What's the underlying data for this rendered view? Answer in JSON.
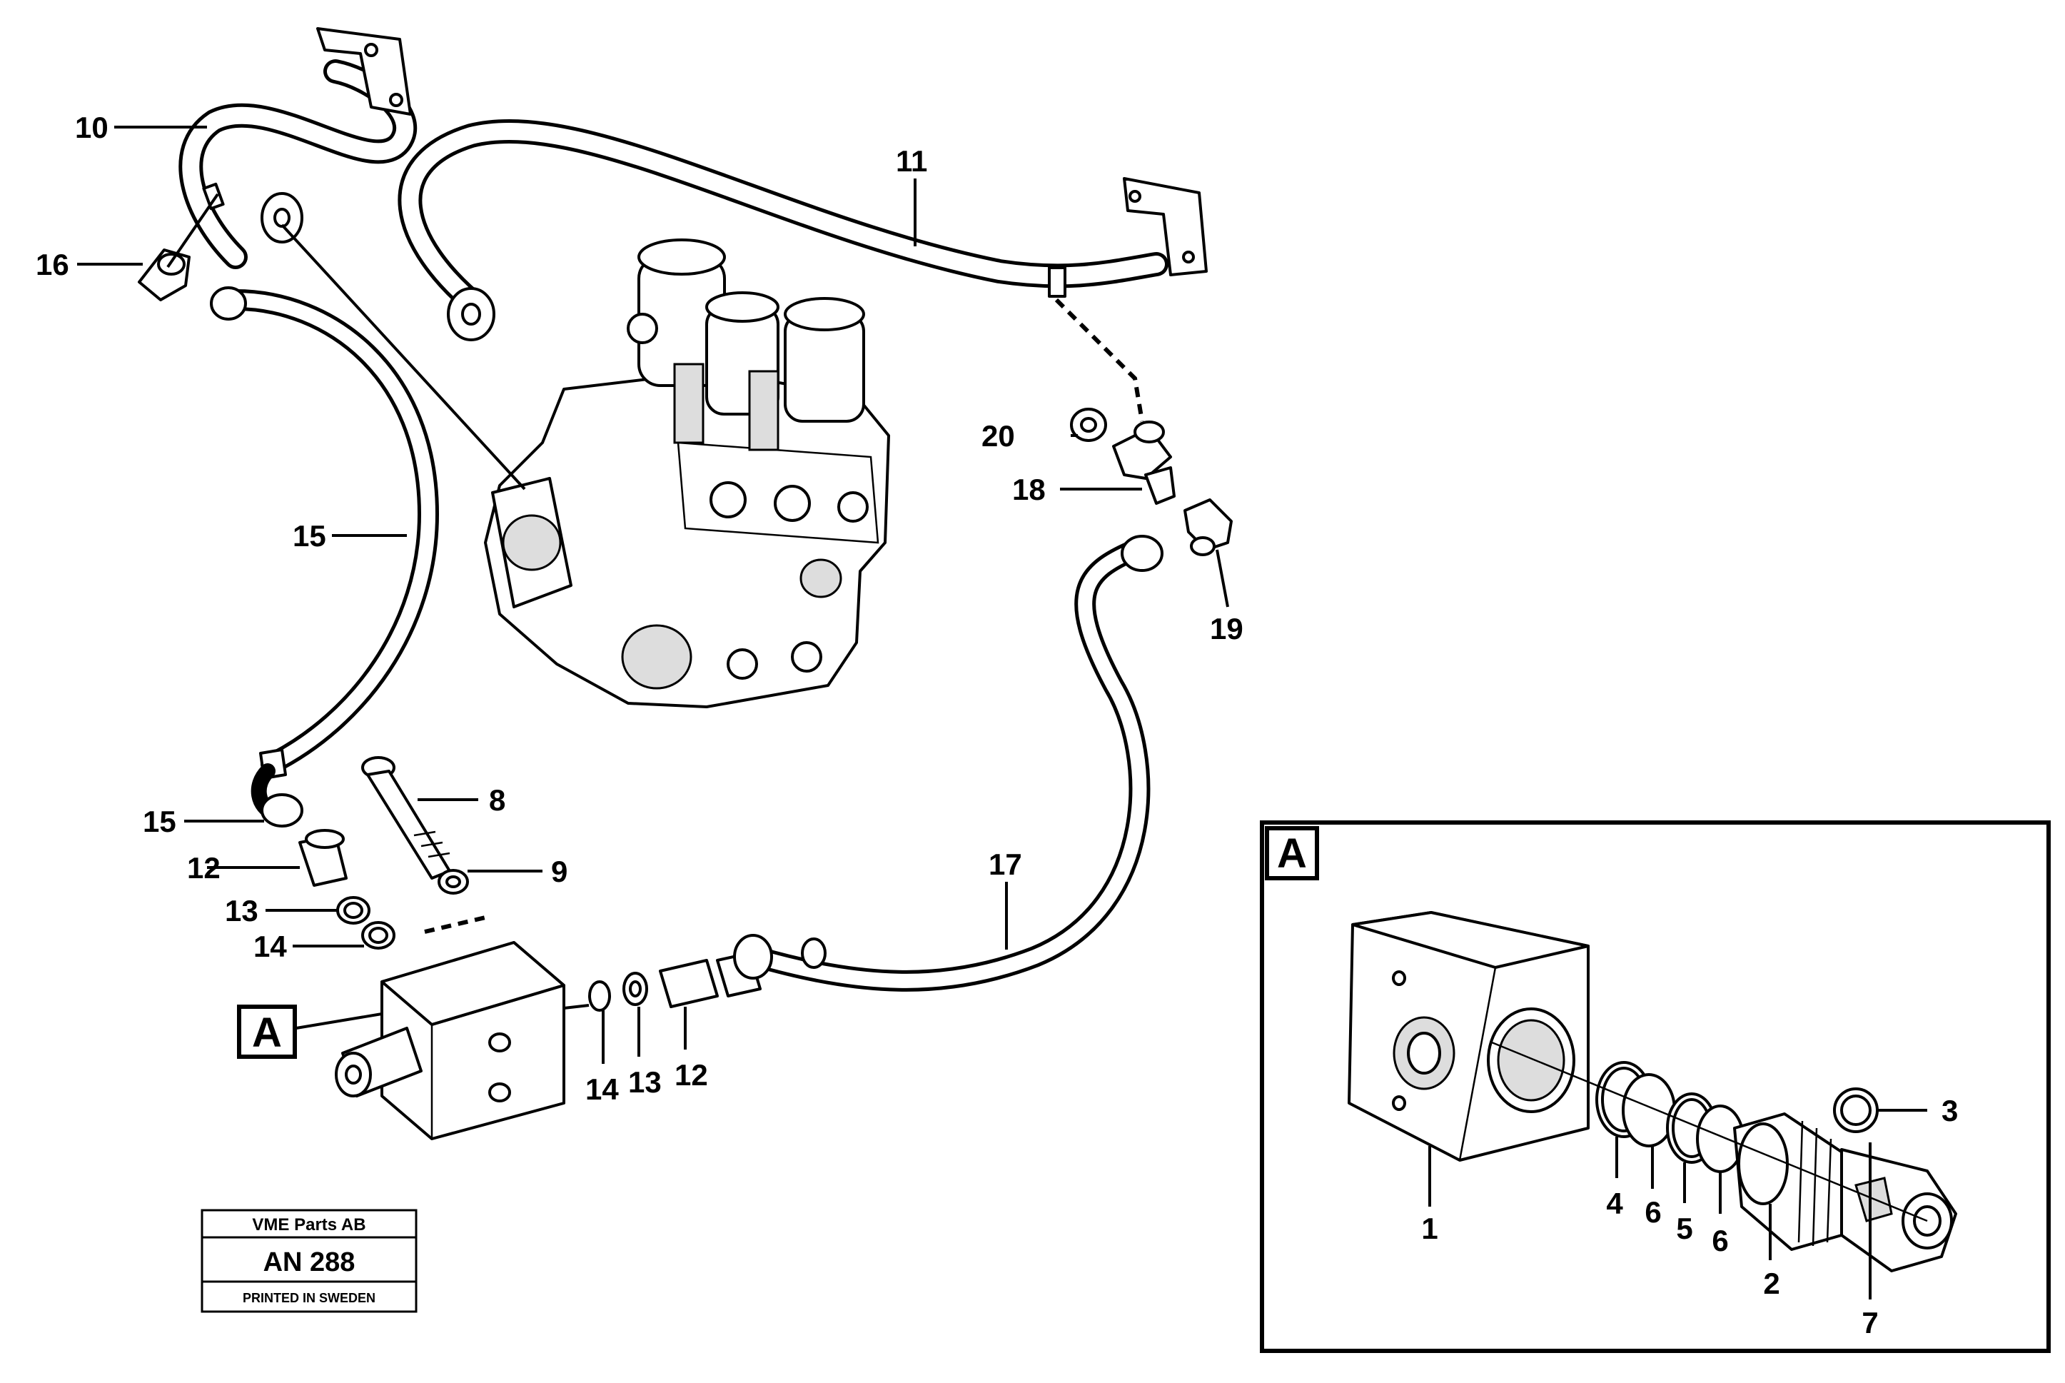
{
  "callouts": {
    "c1": "1",
    "c2": "2",
    "c3": "3",
    "c4": "4",
    "c5": "5",
    "c6a": "6",
    "c6b": "6",
    "c7": "7",
    "c8": "8",
    "c9": "9",
    "c10": "10",
    "c11": "11",
    "c12a": "12",
    "c12b": "12",
    "c13a": "13",
    "c13b": "13",
    "c14a": "14",
    "c14b": "14",
    "c15a": "15",
    "c15b": "15",
    "c16": "16",
    "c17": "17",
    "c18": "18",
    "c19": "19",
    "c20": "20"
  },
  "detail": {
    "ref_label": "A",
    "box_label": "A"
  },
  "stamp": {
    "company": "VME Parts AB",
    "code": "AN 288",
    "printed": "PRINTED IN SWEDEN"
  }
}
